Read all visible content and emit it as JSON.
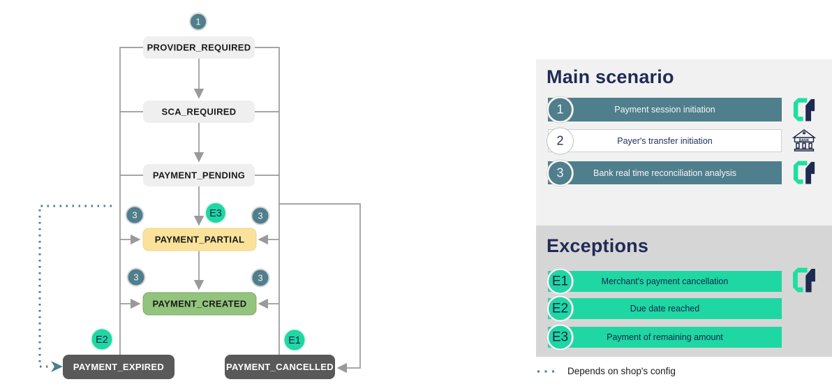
{
  "colors": {
    "teal": "#4f7e8c",
    "mint": "#1fd7a2",
    "navy": "#1f2b55",
    "node_yellow": "#fbe29b",
    "node_green": "#93c47d",
    "node_gray": "#efefef",
    "node_dark": "#595959",
    "connector_gray": "#9a9a9a",
    "panel_light": "#f1f1f2",
    "panel_dark": "#d6d6d6"
  },
  "flowchart": {
    "nodes": [
      {
        "label": "PROVIDER_REQUIRED"
      },
      {
        "label": "SCA_REQUIRED"
      },
      {
        "label": "PAYMENT_PENDING"
      },
      {
        "label": "PAYMENT_PARTIAL"
      },
      {
        "label": "PAYMENT_CREATED"
      },
      {
        "label": "PAYMENT_EXPIRED"
      },
      {
        "label": "PAYMENT_CANCELLED"
      }
    ],
    "badges": {
      "step1": "1",
      "step3": "3",
      "e1": "E1",
      "e2": "E2",
      "e3": "E3"
    }
  },
  "main_scenario": {
    "title": "Main scenario",
    "steps": [
      {
        "num": "1",
        "label": "Payment session initiation",
        "icon": "fintecture-logo"
      },
      {
        "num": "2",
        "label": "Payer's transfer initiation",
        "icon": "bank-icon"
      },
      {
        "num": "3",
        "label": "Bank real time reconciliation analysis",
        "icon": "fintecture-logo"
      }
    ]
  },
  "exceptions": {
    "title": "Exceptions",
    "steps": [
      {
        "num": "E1",
        "label": "Merchant's payment cancellation",
        "icon": "fintecture-logo"
      },
      {
        "num": "E2",
        "label": "Due date reached"
      },
      {
        "num": "E3",
        "label": "Payment of remaining amount"
      }
    ]
  },
  "icons": {
    "bank_label": "BANK"
  },
  "legend": {
    "label": "Depends on shop's config"
  }
}
